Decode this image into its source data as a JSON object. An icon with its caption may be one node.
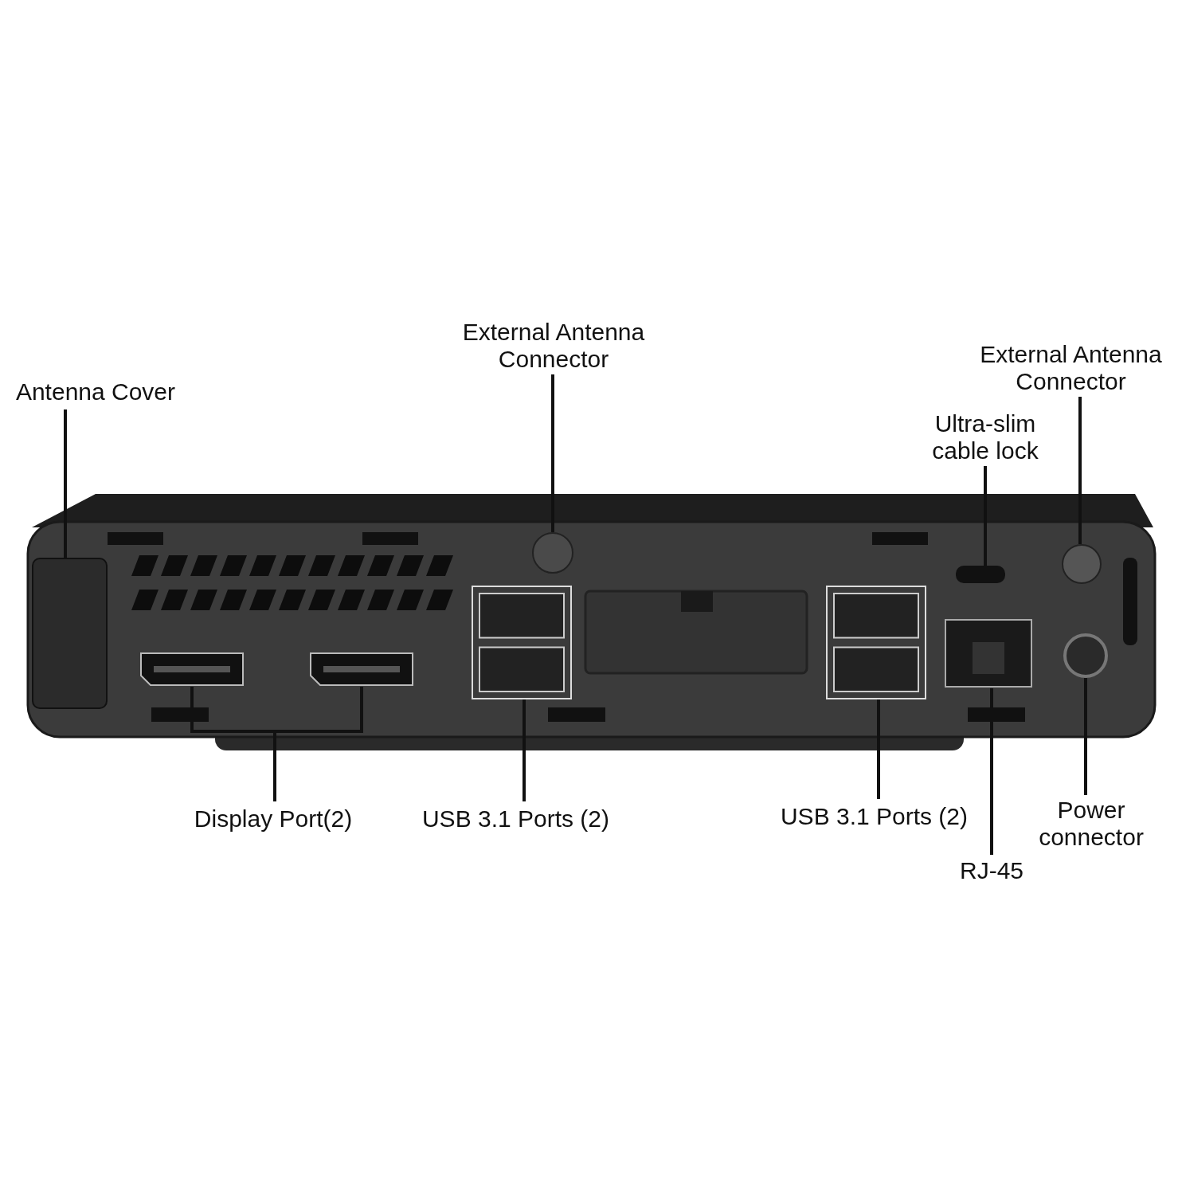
{
  "diagram": {
    "nodes": [
      {
        "text": [
          "Antenna Cover"
        ]
      },
      {
        "text": [
          "External Antenna Connector"
        ]
      },
      {
        "text": [
          "Ultra-slim cable lock"
        ]
      },
      {
        "text": [
          "External Antenna Connector"
        ]
      },
      {
        "text": [
          "Display Port(2)"
        ]
      },
      {
        "text": [
          "USB 3.1 Ports (2)"
        ]
      },
      {
        "text": [
          "USB 3.1 Ports (2)"
        ]
      },
      {
        "text": [
          "Power connector"
        ]
      },
      {
        "text": [
          "RJ-45"
        ]
      },
      {
        "text": [],
        "shape": "box"
      },
      {
        "text": [],
        "shape": "circle"
      },
      {
        "text": [],
        "shape": "picture"
      },
      {
        "text": [],
        "shape": "picture"
      },
      {
        "text": [],
        "shape": "picture"
      },
      {
        "text": [],
        "shape": "box"
      },
      {
        "text": [],
        "shape": "picture"
      },
      {
        "text": [],
        "shape": "picture"
      },
      {
        "text": [],
        "shape": "circle"
      },
      {
        "text": [],
        "shape": "circle"
      }
    ],
    "edges": [
      {
        "from": 0,
        "to": 9,
        "arrow": "none"
      },
      {
        "from": 1,
        "to": 10,
        "arrow": "none"
      },
      {
        "from": 2,
        "to": 14,
        "arrow": "none"
      },
      {
        "from": 3,
        "to": 17,
        "arrow": "none"
      },
      {
        "from": 4,
        "to": 11,
        "arrow": "none"
      },
      {
        "from": 4,
        "to": 12,
        "arrow": "none"
      },
      {
        "from": 5,
        "to": 13,
        "arrow": "none"
      },
      {
        "from": 6,
        "to": 15,
        "arrow": "none"
      },
      {
        "from": 8,
        "to": 16,
        "arrow": "none"
      },
      {
        "from": 7,
        "to": 18,
        "arrow": "none"
      }
    ]
  }
}
